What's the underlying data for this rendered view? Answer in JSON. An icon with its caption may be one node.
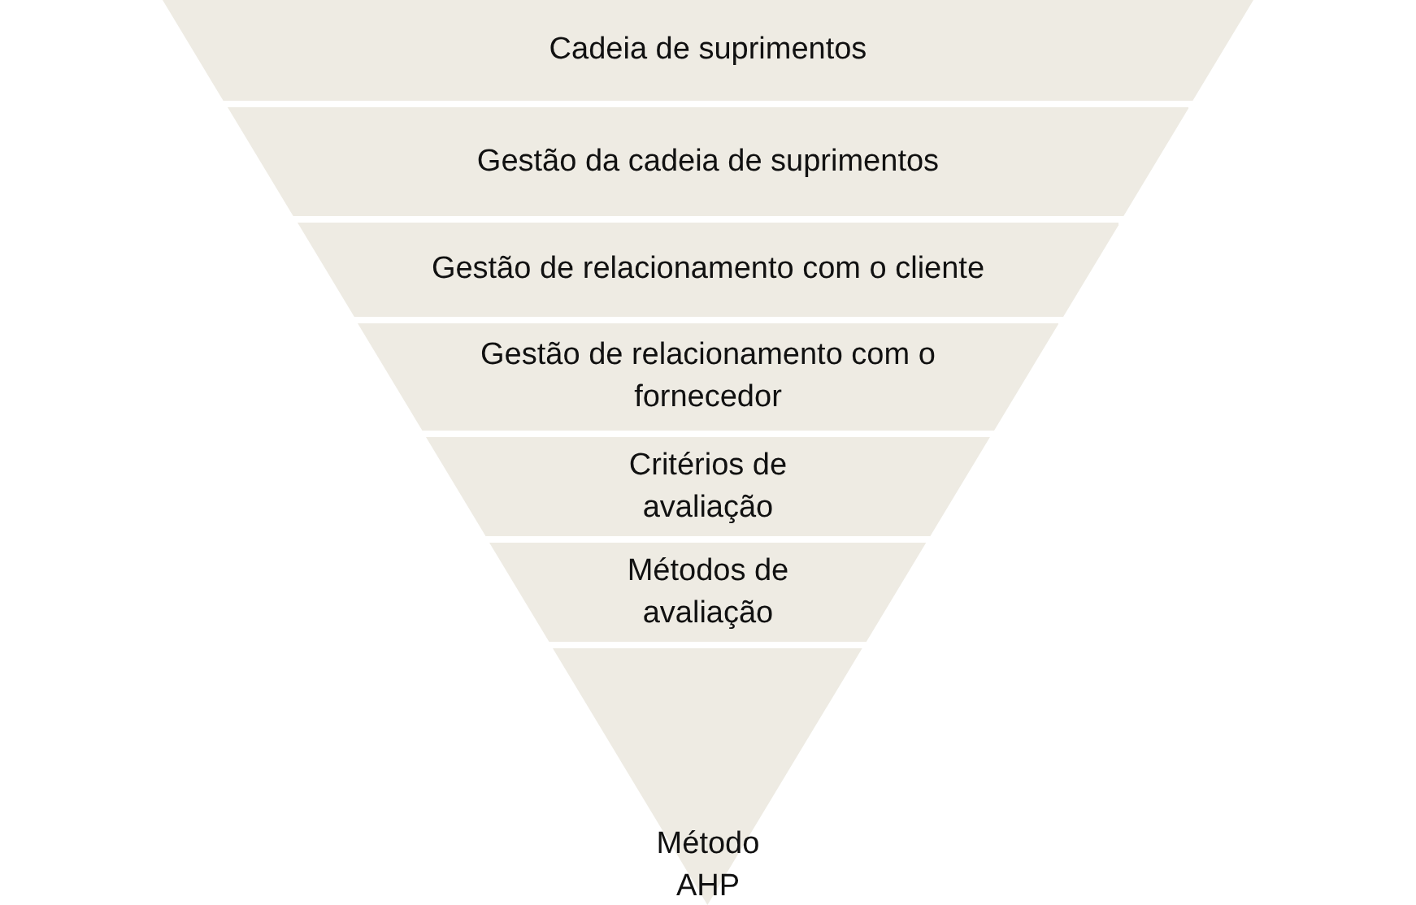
{
  "diagram": {
    "nodes": [
      {
        "text": [
          "Cadeia de suprimentos"
        ]
      },
      {
        "text": [
          "Gestão da cadeia de suprimentos"
        ]
      },
      {
        "text": [
          "Gestão de relacionamento com o cliente"
        ]
      },
      {
        "text": [
          "Gestão de relacionamento com o fornecedor"
        ]
      },
      {
        "text": [
          "Critérios de avaliação"
        ]
      },
      {
        "text": [
          "Métodos de avaliação"
        ]
      },
      {
        "text": [
          "Método AHP"
        ]
      }
    ]
  }
}
